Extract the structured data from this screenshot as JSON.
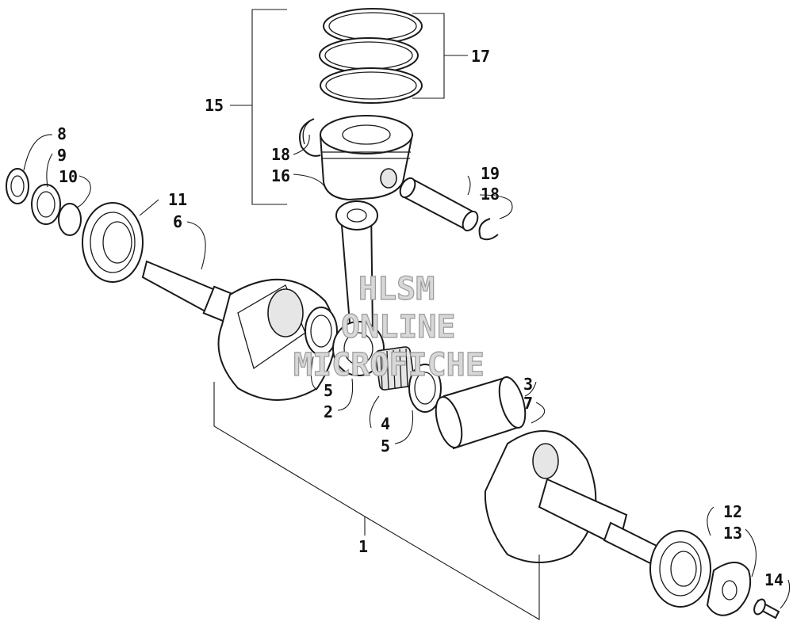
{
  "callouts": {
    "c1": "1",
    "c2": "2",
    "c3": "3",
    "c4": "4",
    "c5a": "5",
    "c5b": "5",
    "c6": "6",
    "c7": "7",
    "c8": "8",
    "c9": "9",
    "c10": "10",
    "c11": "11",
    "c12": "12",
    "c13": "13",
    "c14": "14",
    "c15": "15",
    "c16": "16",
    "c17": "17",
    "c18a": "18",
    "c18b": "18",
    "c19": "19"
  },
  "watermark": {
    "line1": "HLSM",
    "line2": "ONLINE",
    "line3": "MICROFICHE"
  },
  "colors": {
    "line": "#1a1a1a",
    "background": "#ffffff",
    "watermark": "#d8d8d8"
  }
}
